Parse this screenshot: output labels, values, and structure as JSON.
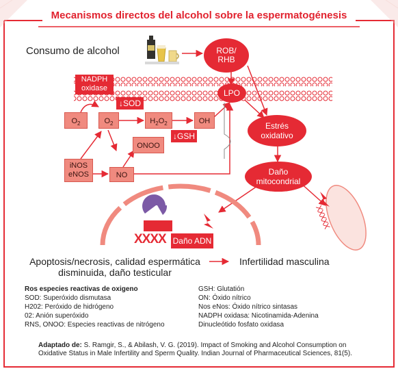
{
  "title": "Mecanismos directos del alcohol sobre la espermatogénesis",
  "consumo": "Consumo de alcohol",
  "nodes": {
    "rob_rhb_1": "ROB/",
    "rob_rhb_2": "RHB",
    "lpo": "LPO",
    "nadph_1": "NADPH",
    "nadph_2": "oxidase",
    "sod": "SOD",
    "o2_a": "O",
    "o2_b": "O",
    "h2o2_h": "H",
    "h2o2_o": "O",
    "oh": "OH",
    "gsh": "GSH",
    "onoo": "ONOO",
    "inos": "iNOS",
    "enos": "eNOS",
    "no": "NO",
    "estres_1": "Estrés",
    "estres_2": "oxidativo",
    "dano_mito_1": "Daño",
    "dano_mito_2": "mitocondrial",
    "dano_adn": "Daño ADN",
    "dna_glyphs": "XXXX",
    "sperm_glyphs": "XXXXX"
  },
  "outcomes": {
    "apoptosis_1": "Apoptosis/necrosis, calidad espermática",
    "apoptosis_2": "disminuida, daño testicular",
    "infertilidad": "Infertilidad masculina"
  },
  "legend_left": {
    "heading": "Ros especies reactivas de oxigeno",
    "items": [
      "SOD: Superóxido dismutasa",
      "H202: Peróxido de hidrógeno",
      "02: Anión superóxido",
      "RNS, ONOO: Especies reactivas de nitrógeno"
    ]
  },
  "legend_right": {
    "items": [
      "GSH: Glutatión",
      "ON: Óxido nítrico",
      "Nos eNos: Óxido nítrico sintasas",
      "NADPH oxidasa: Nicotinamida-Adenina",
      "Dinucleótido fosfato oxidasa"
    ]
  },
  "footer": {
    "bold": "Adaptado de:",
    "line1": " S. Ramgir, S., & Abilash, V. G. (2019). Impact of Smoking and Alcohol Consumption on",
    "line2": "Oxidative Status in Male Infertility and Sperm Quality. Indian Journal of Pharmaceutical Sciences, 81(5)."
  },
  "colors": {
    "accent": "#e52a34",
    "soft": "#f08a7f",
    "pale": "#fbe3df"
  }
}
